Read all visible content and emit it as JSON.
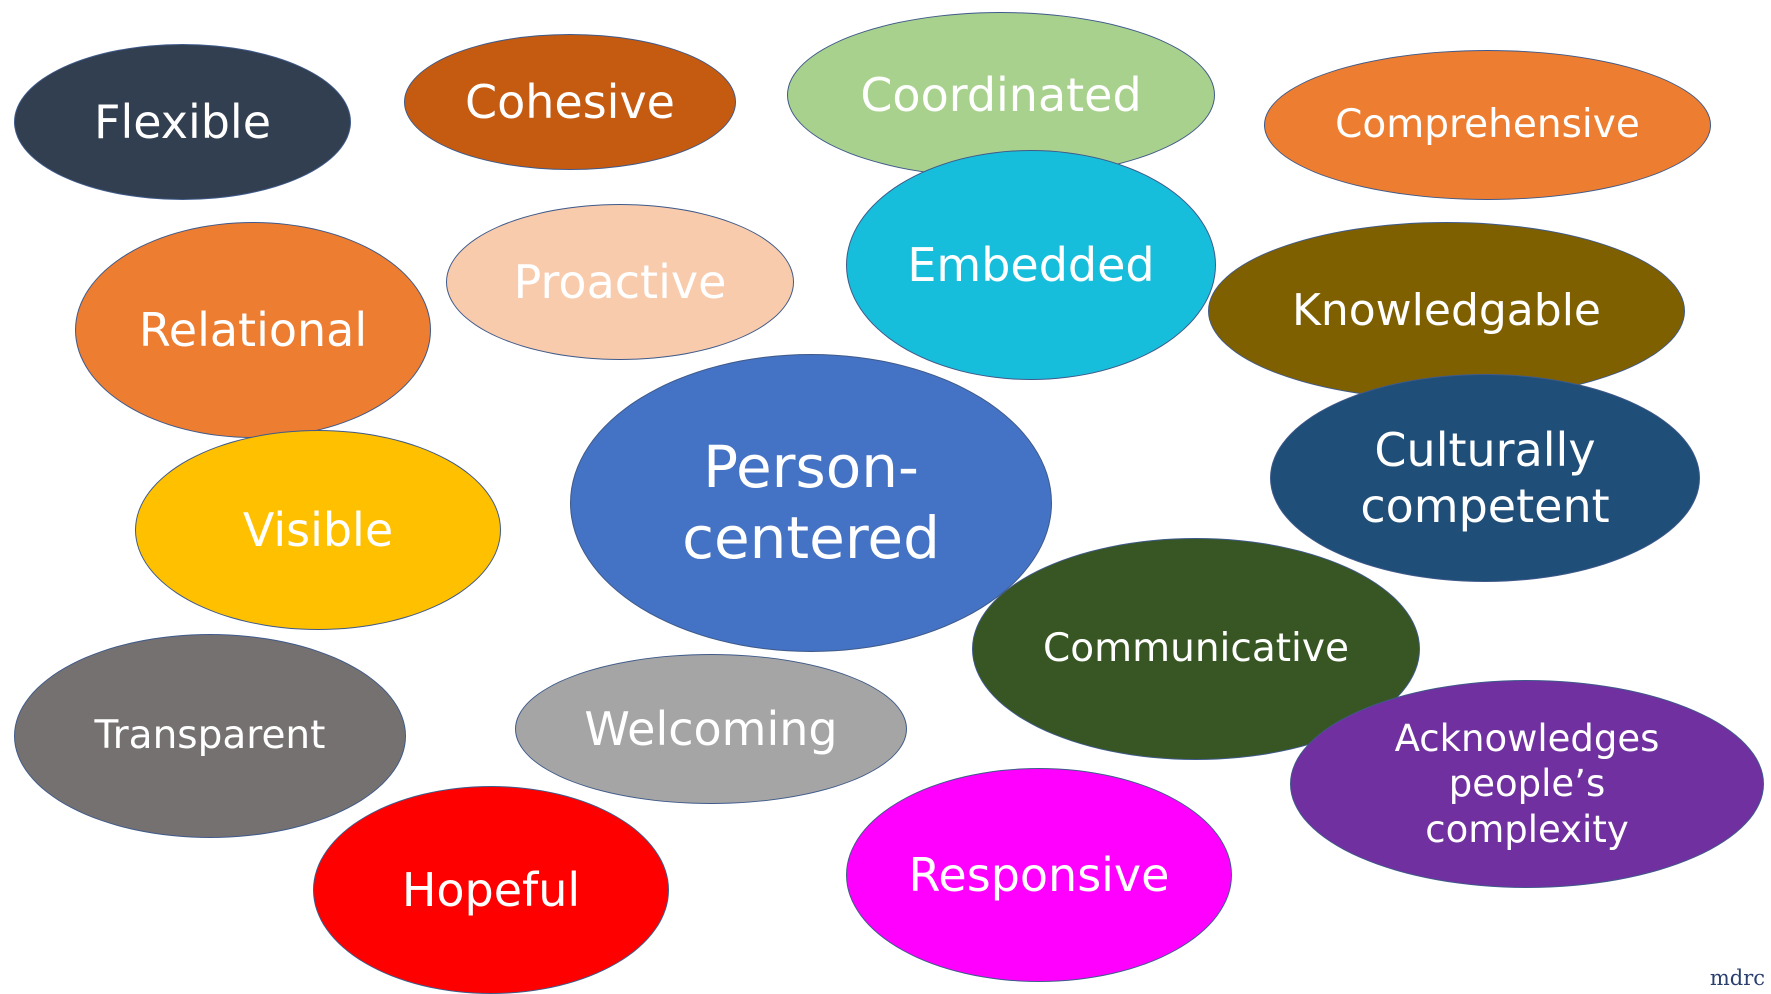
{
  "diagram": {
    "center": {
      "label": "Person-\ncentered",
      "color": "#4472c4"
    },
    "qualities": [
      {
        "key": "flexible",
        "label": "Flexible",
        "color": "#323f50"
      },
      {
        "key": "cohesive",
        "label": "Cohesive",
        "color": "#c55a11"
      },
      {
        "key": "coordinated",
        "label": "Coordinated",
        "color": "#a9d18e"
      },
      {
        "key": "comprehensive",
        "label": "Comprehensive",
        "color": "#ed7d31"
      },
      {
        "key": "relational",
        "label": "Relational",
        "color": "#ed7d31"
      },
      {
        "key": "proactive",
        "label": "Proactive",
        "color": "#f8cbad"
      },
      {
        "key": "embedded",
        "label": "Embedded",
        "color": "#17bedb"
      },
      {
        "key": "knowledgable",
        "label": "Knowledgable",
        "color": "#7f6000"
      },
      {
        "key": "visible",
        "label": "Visible",
        "color": "#ffc000"
      },
      {
        "key": "culturally",
        "label": "Culturally\ncompetent",
        "color": "#1f4e79"
      },
      {
        "key": "communicative",
        "label": "Communicative",
        "color": "#375623"
      },
      {
        "key": "transparent",
        "label": "Transparent",
        "color": "#767171"
      },
      {
        "key": "welcoming",
        "label": "Welcoming",
        "color": "#a5a5a5"
      },
      {
        "key": "acknowledges",
        "label": "Acknowledges\npeople’s\ncomplexity",
        "color": "#7030a0"
      },
      {
        "key": "hopeful",
        "label": "Hopeful",
        "color": "#ff0000"
      },
      {
        "key": "responsive",
        "label": "Responsive",
        "color": "#ff00ff"
      }
    ]
  },
  "logo": {
    "text": "mdrc"
  }
}
